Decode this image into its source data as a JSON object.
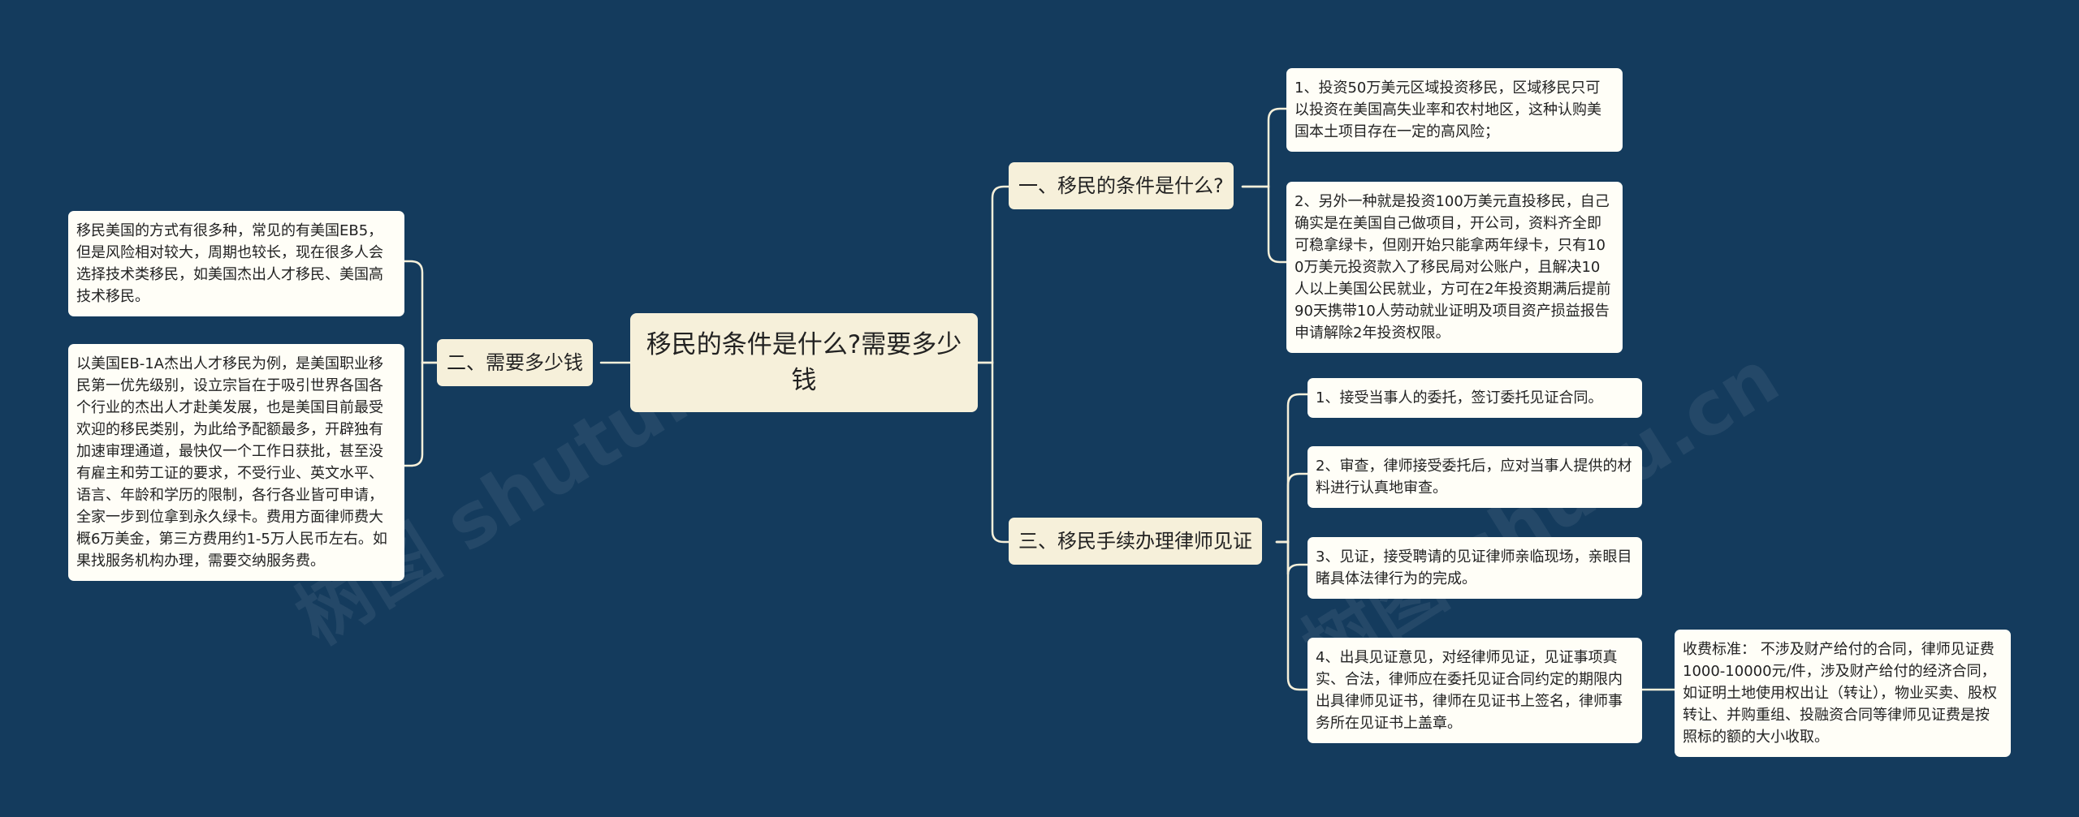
{
  "root": {
    "title": "移民的条件是什么?需要多少钱"
  },
  "branches": {
    "b1": {
      "label": "一、移民的条件是什么?"
    },
    "b2": {
      "label": "二、需要多少钱"
    },
    "b3": {
      "label": "三、移民手续办理律师见证"
    }
  },
  "leaves": {
    "l1_1": "1、投资50万美元区域投资移民，区域移民只可以投资在美国高失业率和农村地区，这种认购美国本土项目存在一定的高风险；",
    "l1_2": "2、另外一种就是投资100万美元直投移民，自己确实是在美国自己做项目，开公司，资料齐全即可稳拿绿卡，但刚开始只能拿两年绿卡，只有100万美元投资款入了移民局对公账户，且解决10人以上美国公民就业，方可在2年投资期满后提前90天携带10人劳动就业证明及项目资产损益报告申请解除2年投资权限。",
    "l2_1": "移民美国的方式有很多种，常见的有美国EB5，但是风险相对较大，周期也较长，现在很多人会选择技术类移民，如美国杰出人才移民、美国高技术移民。",
    "l2_2": "以美国EB-1A杰出人才移民为例，是美国职业移民第一优先级别，设立宗旨在于吸引世界各国各个行业的杰出人才赴美发展，也是美国目前最受欢迎的移民类别，为此给予配额最多，开辟独有加速审理通道，最快仅一个工作日获批，甚至没有雇主和劳工证的要求，不受行业、英文水平、语言、年龄和学历的限制，各行各业皆可申请，全家一步到位拿到永久绿卡。费用方面律师费大概6万美金，第三方费用约1-5万人民币左右。如果找服务机构办理，需要交纳服务费。",
    "l3_1": "1、接受当事人的委托，签订委托见证合同。",
    "l3_2": "2、审查，律师接受委托后，应对当事人提供的材料进行认真地审查。",
    "l3_3": "3、见证，接受聘请的见证律师亲临现场，亲眼目睹具体法律行为的完成。",
    "l3_4": "4、出具见证意见，对经律师见证，见证事项真实、合法，律师应在委托见证合同约定的期限内出具律师见证书，律师在见证书上签名，律师事务所在见证书上盖章。",
    "l3_4_1": "收费标准：  不涉及财产给付的合同，律师见证费1000-10000元/件，涉及财产给付的经济合同，如证明土地使用权出让（转让），物业买卖、股权转让、并购重组、投融资合同等律师见证费是按照标的额的大小收取。"
  },
  "watermark": "树图 shutu.cn",
  "colors": {
    "background": "#143b5d",
    "line": "#f6f0da",
    "branch_fill": "#f6f0da",
    "leaf_fill": "#fffef7"
  }
}
